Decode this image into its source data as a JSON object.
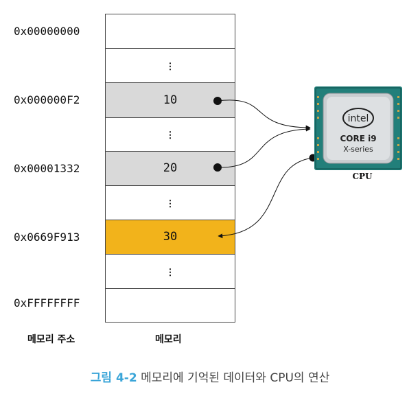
{
  "memory": {
    "rows": [
      {
        "address": "0x00000000",
        "value": ""
      },
      {
        "address": "",
        "value": "⋮"
      },
      {
        "address": "0x000000F2",
        "value": "10"
      },
      {
        "address": "",
        "value": "⋮"
      },
      {
        "address": "0x00001332",
        "value": "20"
      },
      {
        "address": "",
        "value": "⋮"
      },
      {
        "address": "0x0669F913",
        "value": "30"
      },
      {
        "address": "",
        "value": "⋮"
      },
      {
        "address": "0xFFFFFFFF",
        "value": ""
      }
    ],
    "address_column_label": "메모리 주소",
    "memory_column_label": "메모리"
  },
  "cpu": {
    "brand": "intel",
    "line1": "CORE i9",
    "line2": "X-series",
    "label": "CPU"
  },
  "caption": {
    "figure_number": "그림 4-2",
    "text": "메모리에 기억된 데이터와 CPU의 연산"
  },
  "colors": {
    "highlight_gray": "#d9d9d9",
    "result_gold": "#f2b31b",
    "caption_accent": "#3aa5d8"
  }
}
